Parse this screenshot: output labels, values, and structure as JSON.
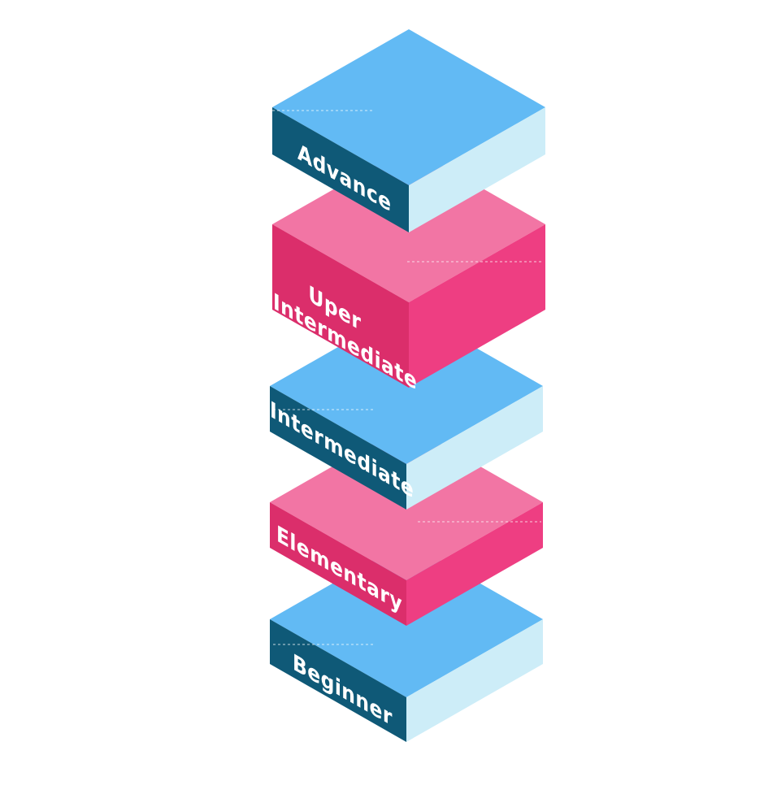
{
  "diagram": {
    "type": "isometric-level-stack",
    "levels": [
      {
        "label_lines": [
          "Advance"
        ],
        "color_theme": "blue"
      },
      {
        "label_lines": [
          "Uper",
          "Intermediate"
        ],
        "color_theme": "pink"
      },
      {
        "label_lines": [
          "Intermediate"
        ],
        "color_theme": "blue"
      },
      {
        "label_lines": [
          "Elementary"
        ],
        "color_theme": "pink"
      },
      {
        "label_lines": [
          "Beginner"
        ],
        "color_theme": "blue"
      }
    ],
    "colors": {
      "blue": {
        "top": "#62BAF4",
        "left": "#0F5977",
        "right": "#CDEDF8"
      },
      "pink": {
        "top": "#F275A4",
        "left": "#DB2E6B",
        "right": "#EE3E82"
      }
    }
  }
}
